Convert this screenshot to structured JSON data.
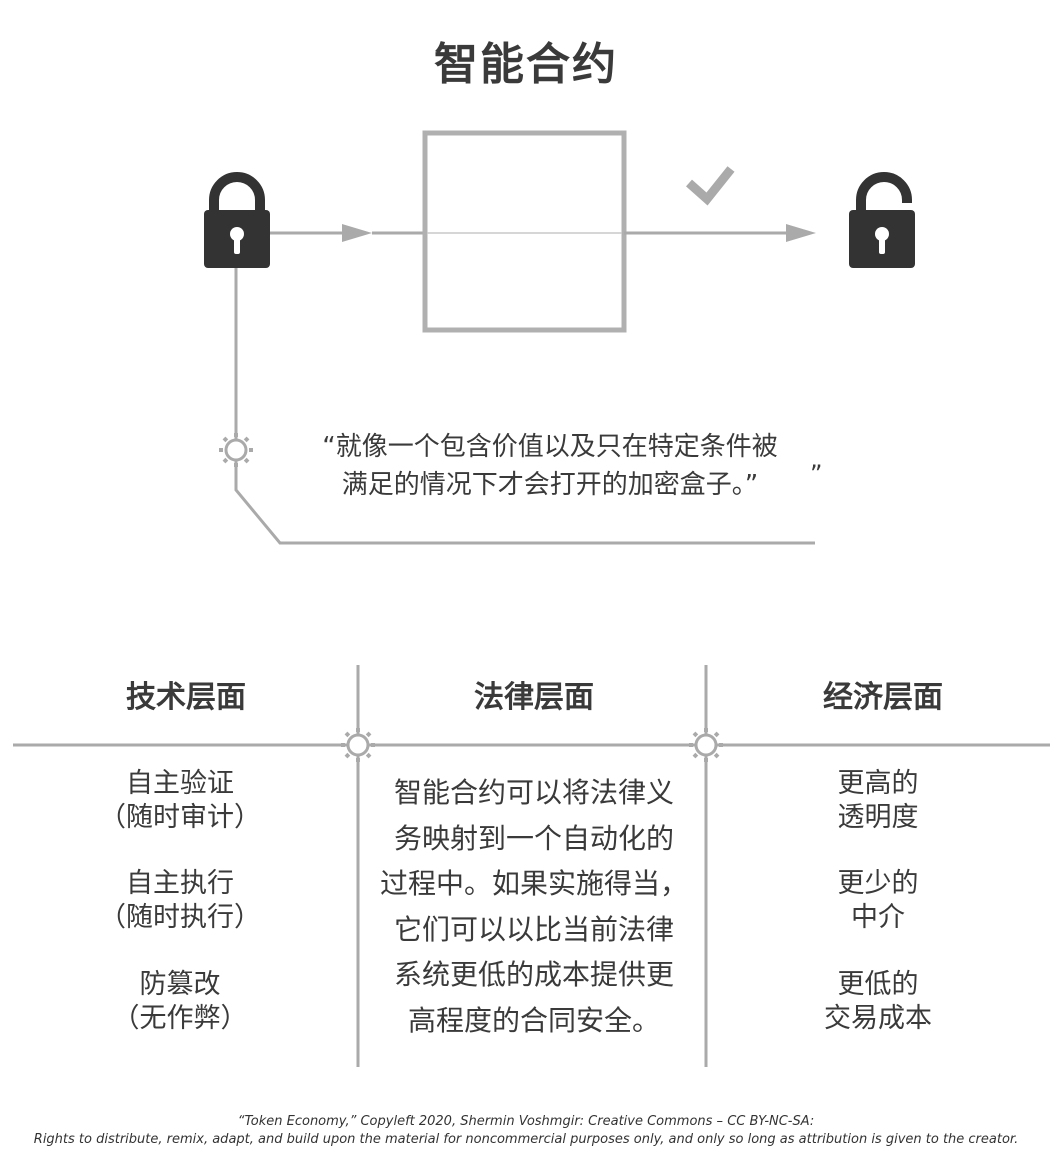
{
  "title": "智能合约",
  "quote": {
    "line1": "“就像一个包含价值以及只在特定条件被",
    "line2": "满足的情况下才会打开的加密盒子。”",
    "stray_mark": "”"
  },
  "columns": [
    {
      "heading": "技术层面",
      "items": [
        {
          "line1": "自主验证",
          "line2": "（随时审计）"
        },
        {
          "line1": "自主执行",
          "line2": "（随时执行）"
        },
        {
          "line1": "防篡改",
          "line2": "（无作弊）"
        }
      ]
    },
    {
      "heading": "法律层面",
      "lines": [
        "智能合约可以将法律义",
        "务映射到一个自动化的",
        "过程中。如果实施得当，",
        "它们可以以比当前法律",
        "系统更低的成本提供更",
        "高程度的合同安全。"
      ]
    },
    {
      "heading": "经济层面",
      "items": [
        {
          "line1": "更高的",
          "line2": "透明度"
        },
        {
          "line1": "更少的",
          "line2": "中介"
        },
        {
          "line1": "更低的",
          "line2": "交易成本"
        }
      ]
    }
  ],
  "footer": {
    "line1": "“Token Economy,” Copyleft 2020, Shermin Voshmgir: Creative Commons – CC BY-NC-SA:",
    "line2": "Rights to distribute, remix, adapt, and build upon the material  for noncommercial purposes only, and only so long as attribution is given to the creator."
  },
  "colors": {
    "lock": "#333333",
    "line": "#aaaaaa",
    "box": "#b0b0b0",
    "text": "#3a3a3a"
  },
  "icons": {
    "locked": "padlock-closed-icon",
    "unlocked": "padlock-open-icon",
    "check": "checkmark-icon",
    "gear": "gear-icon"
  }
}
